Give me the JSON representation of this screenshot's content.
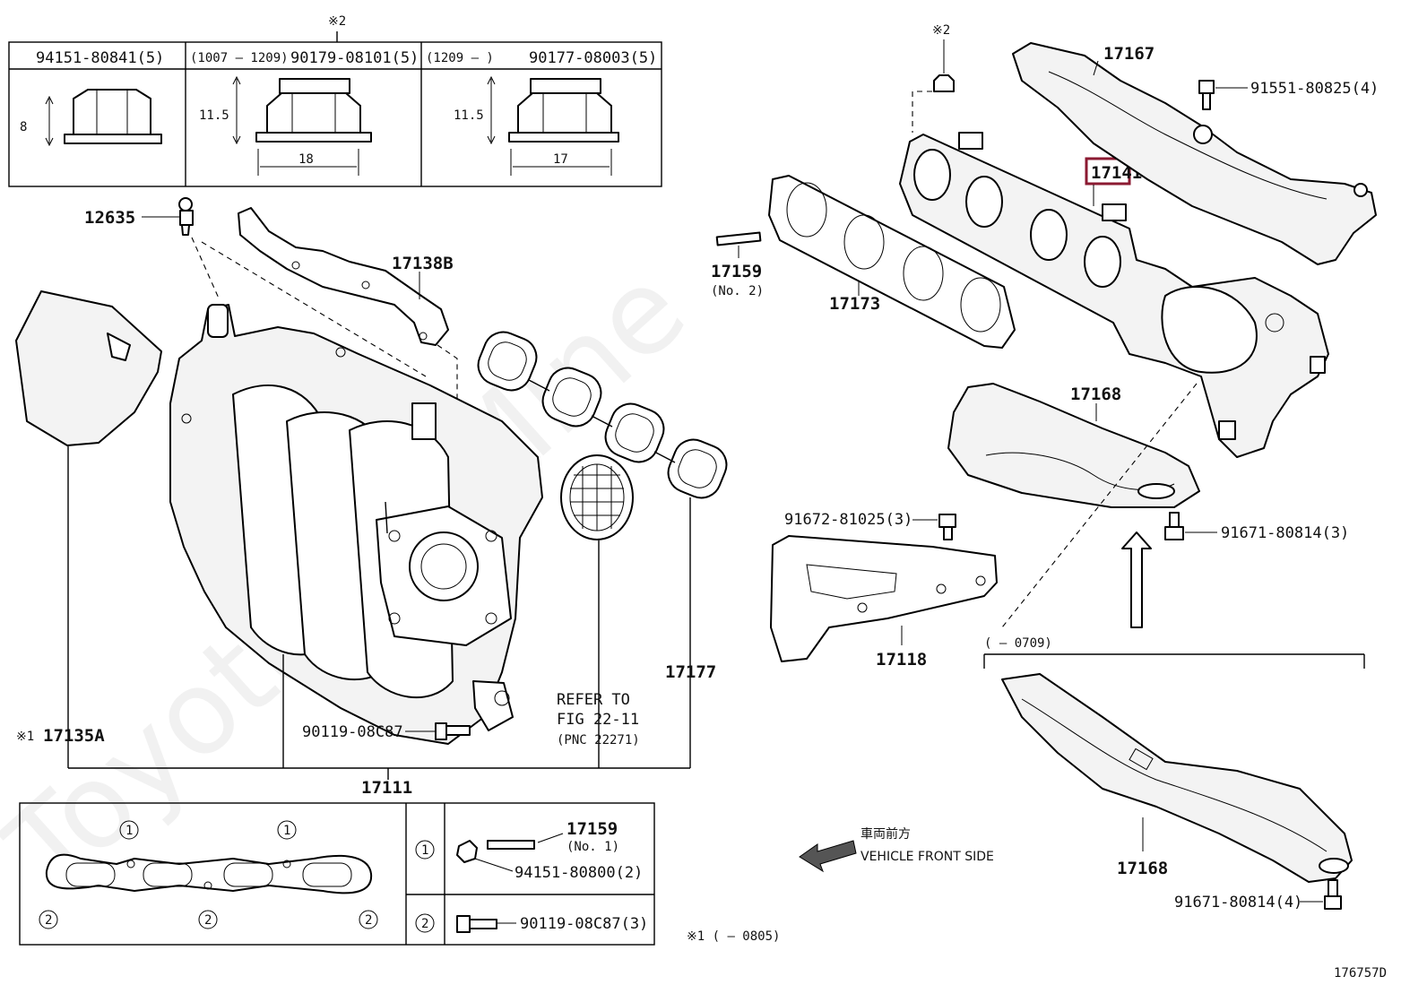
{
  "nut_table": {
    "col1_part": "94151-80841(5)",
    "col2_range": "(1007 – 1209)",
    "col2_part": "90179-08101(5)",
    "col3_range": "(1209 –        )",
    "col3_part": "90177-08003(5)",
    "col1_height": "8",
    "col2_height": "11.5",
    "col2_width": "18",
    "col3_height": "11.5",
    "col3_width": "17",
    "note_mark": "※2"
  },
  "labels": {
    "p12635": "12635",
    "p17138B": "17138B",
    "p17135A": "17135A",
    "p17135A_mark": "※1",
    "p90119_bolt": "90119-08C87",
    "refer1": "REFER TO",
    "refer2": "FIG 22-11",
    "refer3": "(PNC 22271)",
    "p17177": "17177",
    "p17111": "17111",
    "p17159_top": "17159",
    "p17159_top_sub": "(No. 2)",
    "p17173": "17173",
    "p17141": "17141",
    "p17167": "17167",
    "p91551": "91551-80825(4)",
    "nut_mark": "※2",
    "p17168_a": "17168",
    "p91672": "91672-81025(3)",
    "p91671_a": "91671-80814(3)",
    "p17118": "17118",
    "range_0709": "(        – 0709)",
    "p17168_b": "17168",
    "p91671_b": "91671-80814(4)",
    "front_jp": "車両前方",
    "front_en": "VEHICLE FRONT SIDE",
    "footnote": "※1 (        – 0805)",
    "diagram_id": "176757D"
  },
  "gasket_table": {
    "row1_circle": "1",
    "row2_circle": "2",
    "row1_part": "17159",
    "row1_sub": "(No. 1)",
    "row1_nut": "94151-80800(2)",
    "row2_bolt": "90119-08C87(3)",
    "marker1": "1",
    "marker2": "2"
  },
  "watermark": "ToyotaCarMine",
  "colors": {
    "highlight": "#8b1a32",
    "line": "#000000"
  }
}
